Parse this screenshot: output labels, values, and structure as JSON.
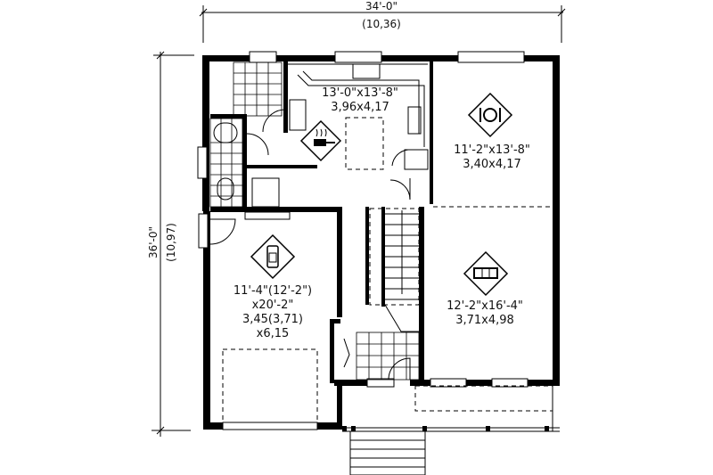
{
  "plan": {
    "overall_width": {
      "imperial": "34'-0\"",
      "metric": "(10,36)"
    },
    "overall_depth": {
      "imperial": "36'-0\"",
      "metric": "(10,97)"
    },
    "rooms": [
      {
        "name": "kitchen",
        "icon": "cooking-pot-icon",
        "lines": [
          "13'-0\"x13'-8\"",
          "3,96x4,17"
        ]
      },
      {
        "name": "dining",
        "icon": "plate-cutlery-icon",
        "lines": [
          "11'-2\"x13'-8\"",
          "3,40x4,17"
        ]
      },
      {
        "name": "garage",
        "icon": "car-icon",
        "lines": [
          "11'-4\"(12'-2\")",
          "x20'-2\"",
          "3,45(3,71)",
          "x6,15"
        ]
      },
      {
        "name": "living",
        "icon": "sofa-icon",
        "lines": [
          "12'-2\"x16'-4\"",
          "3,71x4,98"
        ]
      }
    ]
  }
}
